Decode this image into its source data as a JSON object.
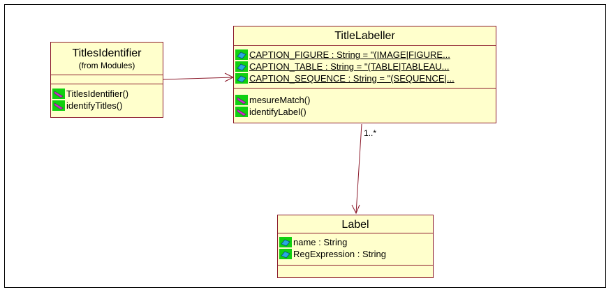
{
  "classes": {
    "titles_identifier": {
      "name": "TitlesIdentifier",
      "stereo": "(from Modules)",
      "attributes": [],
      "operations": [
        "TitlesIdentifier()",
        "identifyTitles()"
      ]
    },
    "title_labeller": {
      "name": "TitleLabeller",
      "attributes": [
        "CAPTION_FIGURE : String = \"(IMAGE|FIGURE...",
        "CAPTION_TABLE : String = \"(TABLE|TABLEAU...",
        "CAPTION_SEQUENCE : String = \"(SEQUENCE|..."
      ],
      "operations": [
        "mesureMatch()",
        "identifyLabel()"
      ]
    },
    "label": {
      "name": "Label",
      "attributes": [
        "name : String",
        "RegExpression : String"
      ],
      "operations": []
    }
  },
  "associations": {
    "multiplicity": "1..*"
  },
  "colors": {
    "class_fill": "#ffffcc",
    "class_border": "#8b1a2b",
    "icon_bg": "#10d010",
    "attribute_icon": "#2aa9e0",
    "operation_icon": "#cc33cc"
  }
}
